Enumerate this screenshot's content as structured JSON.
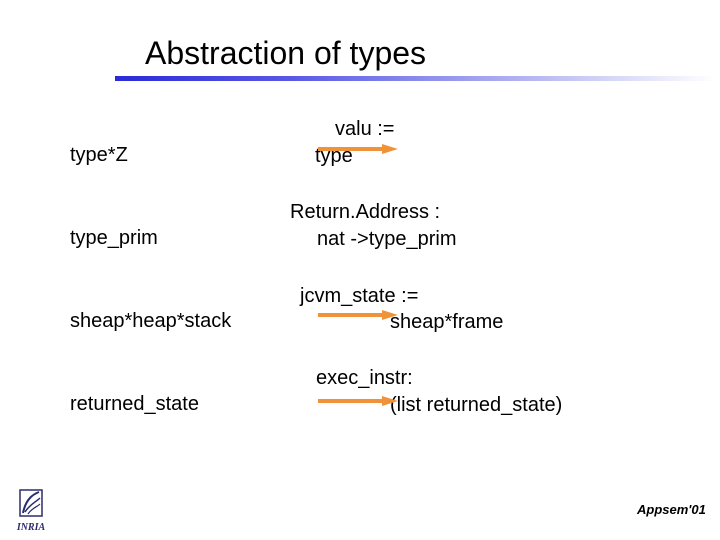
{
  "slide": {
    "title": "Abstraction of types",
    "rows": [
      {
        "left": "type*Z",
        "right_line1": "valu :=",
        "right_line2": "type"
      },
      {
        "left": "type_prim",
        "right_line1": "Return.Address :",
        "right_line2": "nat ->type_prim"
      },
      {
        "left": "sheap*heap*stack",
        "right_line1": "jcvm_state :=",
        "right_line2": "sheap*frame"
      },
      {
        "left": "returned_state",
        "right_line1": "exec_instr:",
        "right_line2": "(list returned_state)"
      }
    ],
    "footer": "Appsem'01",
    "logo_text": "INRIA"
  },
  "colors": {
    "arrow": "#f0923a",
    "title_rule": "#2a2ad8"
  }
}
